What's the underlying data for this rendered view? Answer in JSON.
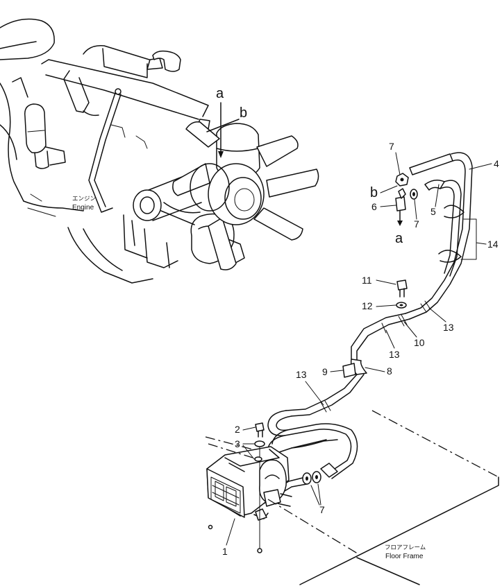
{
  "engine": {
    "label_jp": "エンジン",
    "label_en": "Engine"
  },
  "floor_frame": {
    "label_jp": "フロアフレーム",
    "label_en": "Floor Frame"
  },
  "engine_callouts": {
    "a": "a",
    "b": "b"
  },
  "part_callouts": {
    "p1": "1",
    "p2": "2",
    "p3": "3",
    "p4": "4",
    "p5": "5",
    "p6": "6",
    "p7_top": "7",
    "p7_mid": "7",
    "p7_bottom": "7",
    "p8": "8",
    "p9": "9",
    "p10": "10",
    "p11": "11",
    "p12": "12",
    "p13_upper": "13",
    "p13_mid": "13",
    "p13_lower": "13",
    "p14": "14",
    "a_valve": "a",
    "b_valve": "b"
  }
}
